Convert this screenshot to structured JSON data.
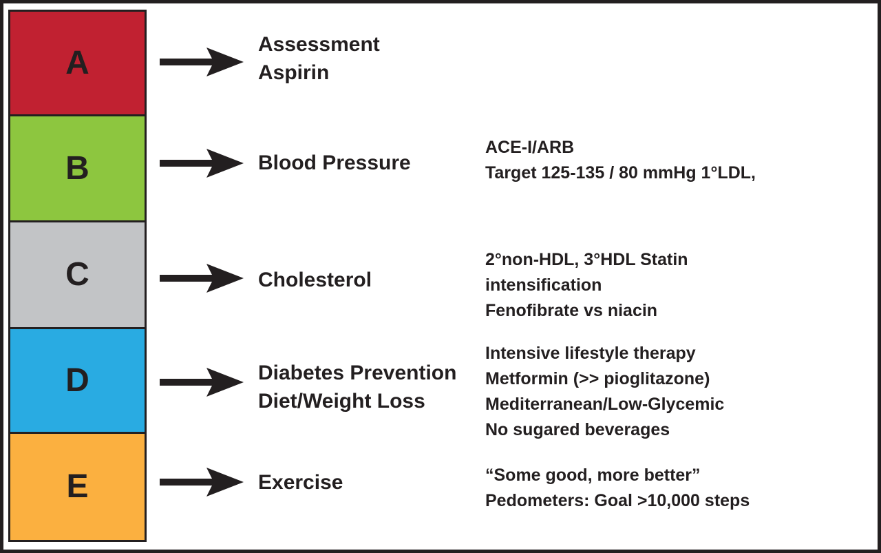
{
  "figure": {
    "background": "#FFFFFF",
    "border_color": "#231F20",
    "text_color": "#231F20",
    "rows": [
      {
        "letter": "A",
        "color": "#C12131",
        "label_lines": [
          "Assessment",
          "Aspirin"
        ],
        "details": []
      },
      {
        "letter": "B",
        "color": "#8DC63F",
        "label_lines": [
          "Blood Pressure"
        ],
        "details": [
          "ACE-I/ARB",
          "Target 125-135 / 80 mmHg 1°LDL,"
        ]
      },
      {
        "letter": "C",
        "color": "#C2C4C6",
        "label_lines": [
          "Cholesterol"
        ],
        "details": [
          "2°non-HDL, 3°HDL Statin",
          "intensification",
          "Fenofibrate vs niacin"
        ]
      },
      {
        "letter": "D",
        "color": "#29ABE2",
        "label_lines": [
          "Diabetes Prevention",
          "Diet/Weight Loss"
        ],
        "details": [
          "Intensive lifestyle therapy",
          "Metformin (>> pioglitazone)",
          "Mediterranean/Low-Glycemic",
          "No sugared beverages"
        ]
      },
      {
        "letter": "E",
        "color": "#FBB040",
        "label_lines": [
          "Exercise"
        ],
        "details": [
          "“Some good, more better”",
          "Pedometers: Goal >10,000 steps"
        ]
      }
    ]
  }
}
